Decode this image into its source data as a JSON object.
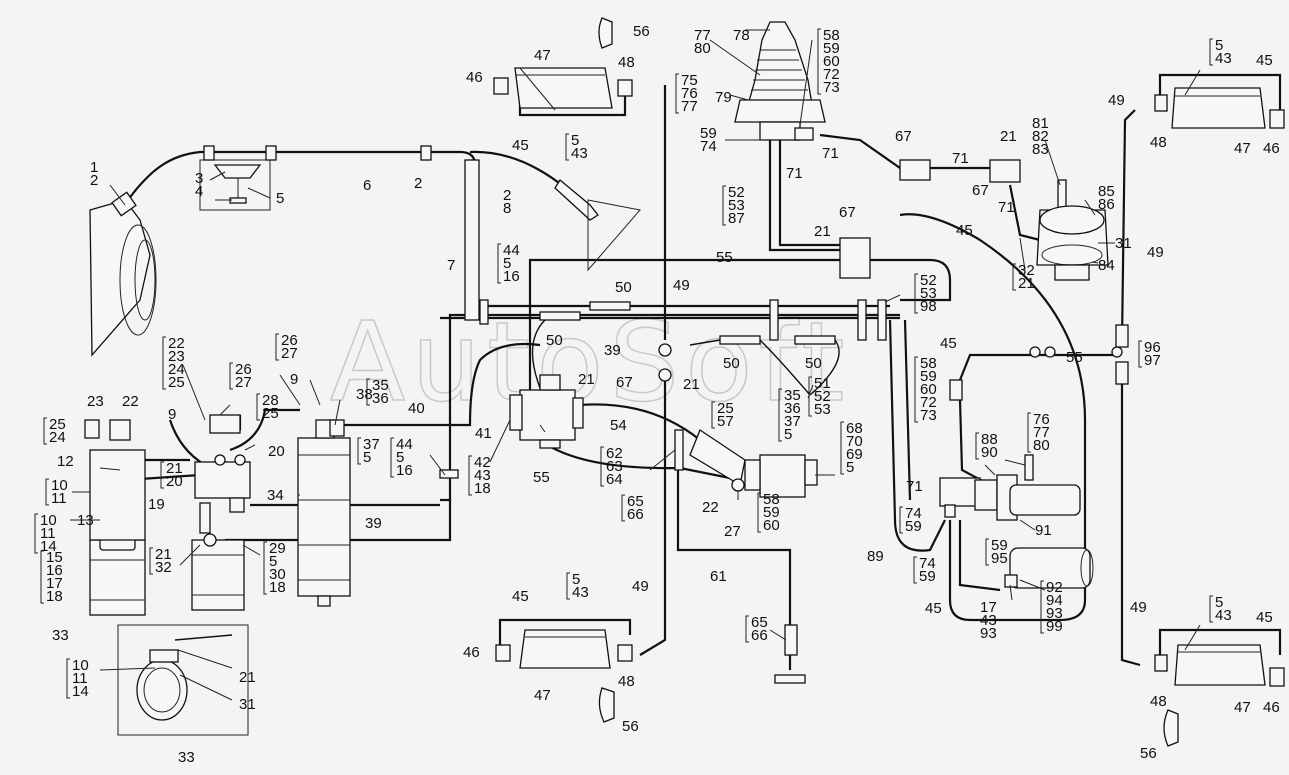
{
  "watermark": "AutoSoft",
  "callouts": [
    {
      "id": "c1",
      "lines": [
        "1",
        "2"
      ]
    },
    {
      "id": "c2",
      "lines": [
        "3",
        "4"
      ]
    },
    {
      "id": "c3",
      "lines": [
        "5"
      ]
    },
    {
      "id": "c4",
      "lines": [
        "6"
      ]
    },
    {
      "id": "c5",
      "lines": [
        "2"
      ]
    },
    {
      "id": "c6",
      "lines": [
        "2",
        "8"
      ]
    },
    {
      "id": "c7",
      "lines": [
        "7"
      ]
    },
    {
      "id": "c8",
      "lines": [
        "44",
        "5",
        "16"
      ]
    },
    {
      "id": "c9",
      "lines": [
        "56"
      ]
    },
    {
      "id": "c10",
      "lines": [
        "46"
      ]
    },
    {
      "id": "c11",
      "lines": [
        "47"
      ]
    },
    {
      "id": "c12",
      "lines": [
        "48"
      ]
    },
    {
      "id": "c13",
      "lines": [
        "45"
      ]
    },
    {
      "id": "c14",
      "lines": [
        "5",
        "43"
      ]
    },
    {
      "id": "c15",
      "lines": [
        "77",
        "80"
      ]
    },
    {
      "id": "c16",
      "lines": [
        "78"
      ]
    },
    {
      "id": "c17",
      "lines": [
        "58",
        "59",
        "60",
        "72",
        "73"
      ]
    },
    {
      "id": "c18",
      "lines": [
        "75",
        "76",
        "77"
      ]
    },
    {
      "id": "c19",
      "lines": [
        "79"
      ]
    },
    {
      "id": "c20",
      "lines": [
        "59",
        "74"
      ]
    },
    {
      "id": "c21",
      "lines": [
        "71"
      ]
    },
    {
      "id": "c22",
      "lines": [
        "71"
      ]
    },
    {
      "id": "c23",
      "lines": [
        "52",
        "53",
        "87"
      ]
    },
    {
      "id": "c24",
      "lines": [
        "21"
      ]
    },
    {
      "id": "c25",
      "lines": [
        "67"
      ]
    },
    {
      "id": "c26",
      "lines": [
        "67"
      ]
    },
    {
      "id": "c27",
      "lines": [
        "71"
      ]
    },
    {
      "id": "c28",
      "lines": [
        "21"
      ]
    },
    {
      "id": "c29",
      "lines": [
        "67"
      ]
    },
    {
      "id": "c30",
      "lines": [
        "71"
      ]
    },
    {
      "id": "c31",
      "lines": [
        "81",
        "82",
        "83"
      ]
    },
    {
      "id": "c32",
      "lines": [
        "85",
        "86"
      ]
    },
    {
      "id": "c33",
      "lines": [
        "31"
      ]
    },
    {
      "id": "c34",
      "lines": [
        "84"
      ]
    },
    {
      "id": "c35",
      "lines": [
        "32",
        "21"
      ]
    },
    {
      "id": "c36",
      "lines": [
        "45"
      ]
    },
    {
      "id": "c37",
      "lines": [
        "49"
      ]
    },
    {
      "id": "c38",
      "lines": [
        "49"
      ]
    },
    {
      "id": "c39",
      "lines": [
        "5",
        "43"
      ]
    },
    {
      "id": "c40",
      "lines": [
        "45"
      ]
    },
    {
      "id": "c41",
      "lines": [
        "48"
      ]
    },
    {
      "id": "c42",
      "lines": [
        "47"
      ]
    },
    {
      "id": "c43",
      "lines": [
        "46"
      ]
    },
    {
      "id": "c44",
      "lines": [
        "55"
      ]
    },
    {
      "id": "c45",
      "lines": [
        "50"
      ]
    },
    {
      "id": "c46",
      "lines": [
        "49"
      ]
    },
    {
      "id": "c47",
      "lines": [
        "52",
        "53",
        "98"
      ]
    },
    {
      "id": "c48",
      "lines": [
        "50"
      ]
    },
    {
      "id": "c49",
      "lines": [
        "39"
      ]
    },
    {
      "id": "c50",
      "lines": [
        "67"
      ]
    },
    {
      "id": "c51",
      "lines": [
        "21"
      ]
    },
    {
      "id": "c52",
      "lines": [
        "50"
      ]
    },
    {
      "id": "c53",
      "lines": [
        "50"
      ]
    },
    {
      "id": "c54",
      "lines": [
        "51",
        "52",
        "53"
      ]
    },
    {
      "id": "c55",
      "lines": [
        "35",
        "36",
        "37",
        "5"
      ]
    },
    {
      "id": "c56",
      "lines": [
        "45"
      ]
    },
    {
      "id": "c57",
      "lines": [
        "55"
      ]
    },
    {
      "id": "c58",
      "lines": [
        "96",
        "97"
      ]
    },
    {
      "id": "c59",
      "lines": [
        "58",
        "59",
        "60",
        "72",
        "73"
      ]
    },
    {
      "id": "c60",
      "lines": [
        "76",
        "77",
        "80"
      ]
    },
    {
      "id": "c61",
      "lines": [
        "88",
        "90"
      ]
    },
    {
      "id": "c62",
      "lines": [
        "71"
      ]
    },
    {
      "id": "c63",
      "lines": [
        "74",
        "59"
      ]
    },
    {
      "id": "c64",
      "lines": [
        "74",
        "59"
      ]
    },
    {
      "id": "c65",
      "lines": [
        "89"
      ]
    },
    {
      "id": "c66",
      "lines": [
        "59",
        "95"
      ]
    },
    {
      "id": "c67",
      "lines": [
        "91"
      ]
    },
    {
      "id": "c68",
      "lines": [
        "17",
        "43",
        "93"
      ]
    },
    {
      "id": "c69",
      "lines": [
        "92",
        "94",
        "93",
        "99"
      ]
    },
    {
      "id": "c70",
      "lines": [
        "45"
      ]
    },
    {
      "id": "c71",
      "lines": [
        "49"
      ]
    },
    {
      "id": "c72",
      "lines": [
        "5",
        "43"
      ]
    },
    {
      "id": "c73",
      "lines": [
        "45"
      ]
    },
    {
      "id": "c74",
      "lines": [
        "48"
      ]
    },
    {
      "id": "c75",
      "lines": [
        "47"
      ]
    },
    {
      "id": "c76",
      "lines": [
        "46"
      ]
    },
    {
      "id": "c77",
      "lines": [
        "56"
      ]
    },
    {
      "id": "c78",
      "lines": [
        "21"
      ]
    },
    {
      "id": "c79",
      "lines": [
        "54"
      ]
    },
    {
      "id": "c80",
      "lines": [
        "25",
        "57"
      ]
    },
    {
      "id": "c81",
      "lines": [
        "68",
        "70",
        "69",
        "5"
      ]
    },
    {
      "id": "c82",
      "lines": [
        "62",
        "63",
        "64"
      ]
    },
    {
      "id": "c83",
      "lines": [
        "65",
        "66"
      ]
    },
    {
      "id": "c84",
      "lines": [
        "22"
      ]
    },
    {
      "id": "c85",
      "lines": [
        "27"
      ]
    },
    {
      "id": "c86",
      "lines": [
        "58",
        "59",
        "60"
      ]
    },
    {
      "id": "c87",
      "lines": [
        "61"
      ]
    },
    {
      "id": "c88",
      "lines": [
        "65",
        "66"
      ]
    },
    {
      "id": "c89",
      "lines": [
        "49"
      ]
    },
    {
      "id": "c90",
      "lines": [
        "45"
      ]
    },
    {
      "id": "c91",
      "lines": [
        "5",
        "43"
      ]
    },
    {
      "id": "c92",
      "lines": [
        "46"
      ]
    },
    {
      "id": "c93",
      "lines": [
        "47"
      ]
    },
    {
      "id": "c94",
      "lines": [
        "48"
      ]
    },
    {
      "id": "c95",
      "lines": [
        "56"
      ]
    },
    {
      "id": "c96",
      "lines": [
        "55"
      ]
    },
    {
      "id": "c97",
      "lines": [
        "42",
        "43",
        "18"
      ]
    },
    {
      "id": "c98",
      "lines": [
        "41"
      ]
    },
    {
      "id": "c99",
      "lines": [
        "40"
      ]
    },
    {
      "id": "c100",
      "lines": [
        "38"
      ]
    },
    {
      "id": "c101",
      "lines": [
        "35",
        "36"
      ]
    },
    {
      "id": "c102",
      "lines": [
        "37",
        "5"
      ]
    },
    {
      "id": "c103",
      "lines": [
        "44",
        "5",
        "16"
      ]
    },
    {
      "id": "c104",
      "lines": [
        "34"
      ]
    },
    {
      "id": "c105",
      "lines": [
        "39"
      ]
    },
    {
      "id": "c106",
      "lines": [
        "26",
        "27"
      ]
    },
    {
      "id": "c107",
      "lines": [
        "9"
      ]
    },
    {
      "id": "c108",
      "lines": [
        "28",
        "25"
      ]
    },
    {
      "id": "c109",
      "lines": [
        "26",
        "27"
      ]
    },
    {
      "id": "c110",
      "lines": [
        "22",
        "23",
        "24",
        "25"
      ]
    },
    {
      "id": "c111",
      "lines": [
        "20"
      ]
    },
    {
      "id": "c112",
      "lines": [
        "21",
        "20"
      ]
    },
    {
      "id": "c113",
      "lines": [
        "19"
      ]
    },
    {
      "id": "c114",
      "lines": [
        "9"
      ]
    },
    {
      "id": "c115",
      "lines": [
        "23"
      ]
    },
    {
      "id": "c116",
      "lines": [
        "22"
      ]
    },
    {
      "id": "c117",
      "lines": [
        "25",
        "24"
      ]
    },
    {
      "id": "c118",
      "lines": [
        "12"
      ]
    },
    {
      "id": "c119",
      "lines": [
        "10",
        "11"
      ]
    },
    {
      "id": "c120",
      "lines": [
        "13"
      ]
    },
    {
      "id": "c121",
      "lines": [
        "10",
        "11",
        "14"
      ]
    },
    {
      "id": "c122",
      "lines": [
        "15",
        "16",
        "17",
        "18"
      ]
    },
    {
      "id": "c123",
      "lines": [
        "33"
      ]
    },
    {
      "id": "c124",
      "lines": [
        "21",
        "32"
      ]
    },
    {
      "id": "c125",
      "lines": [
        "29",
        "5",
        "30",
        "18"
      ]
    },
    {
      "id": "c126",
      "lines": [
        "10",
        "11",
        "14"
      ]
    },
    {
      "id": "c127",
      "lines": [
        "21"
      ]
    },
    {
      "id": "c128",
      "lines": [
        "31"
      ]
    },
    {
      "id": "c129",
      "lines": [
        "33"
      ]
    }
  ]
}
